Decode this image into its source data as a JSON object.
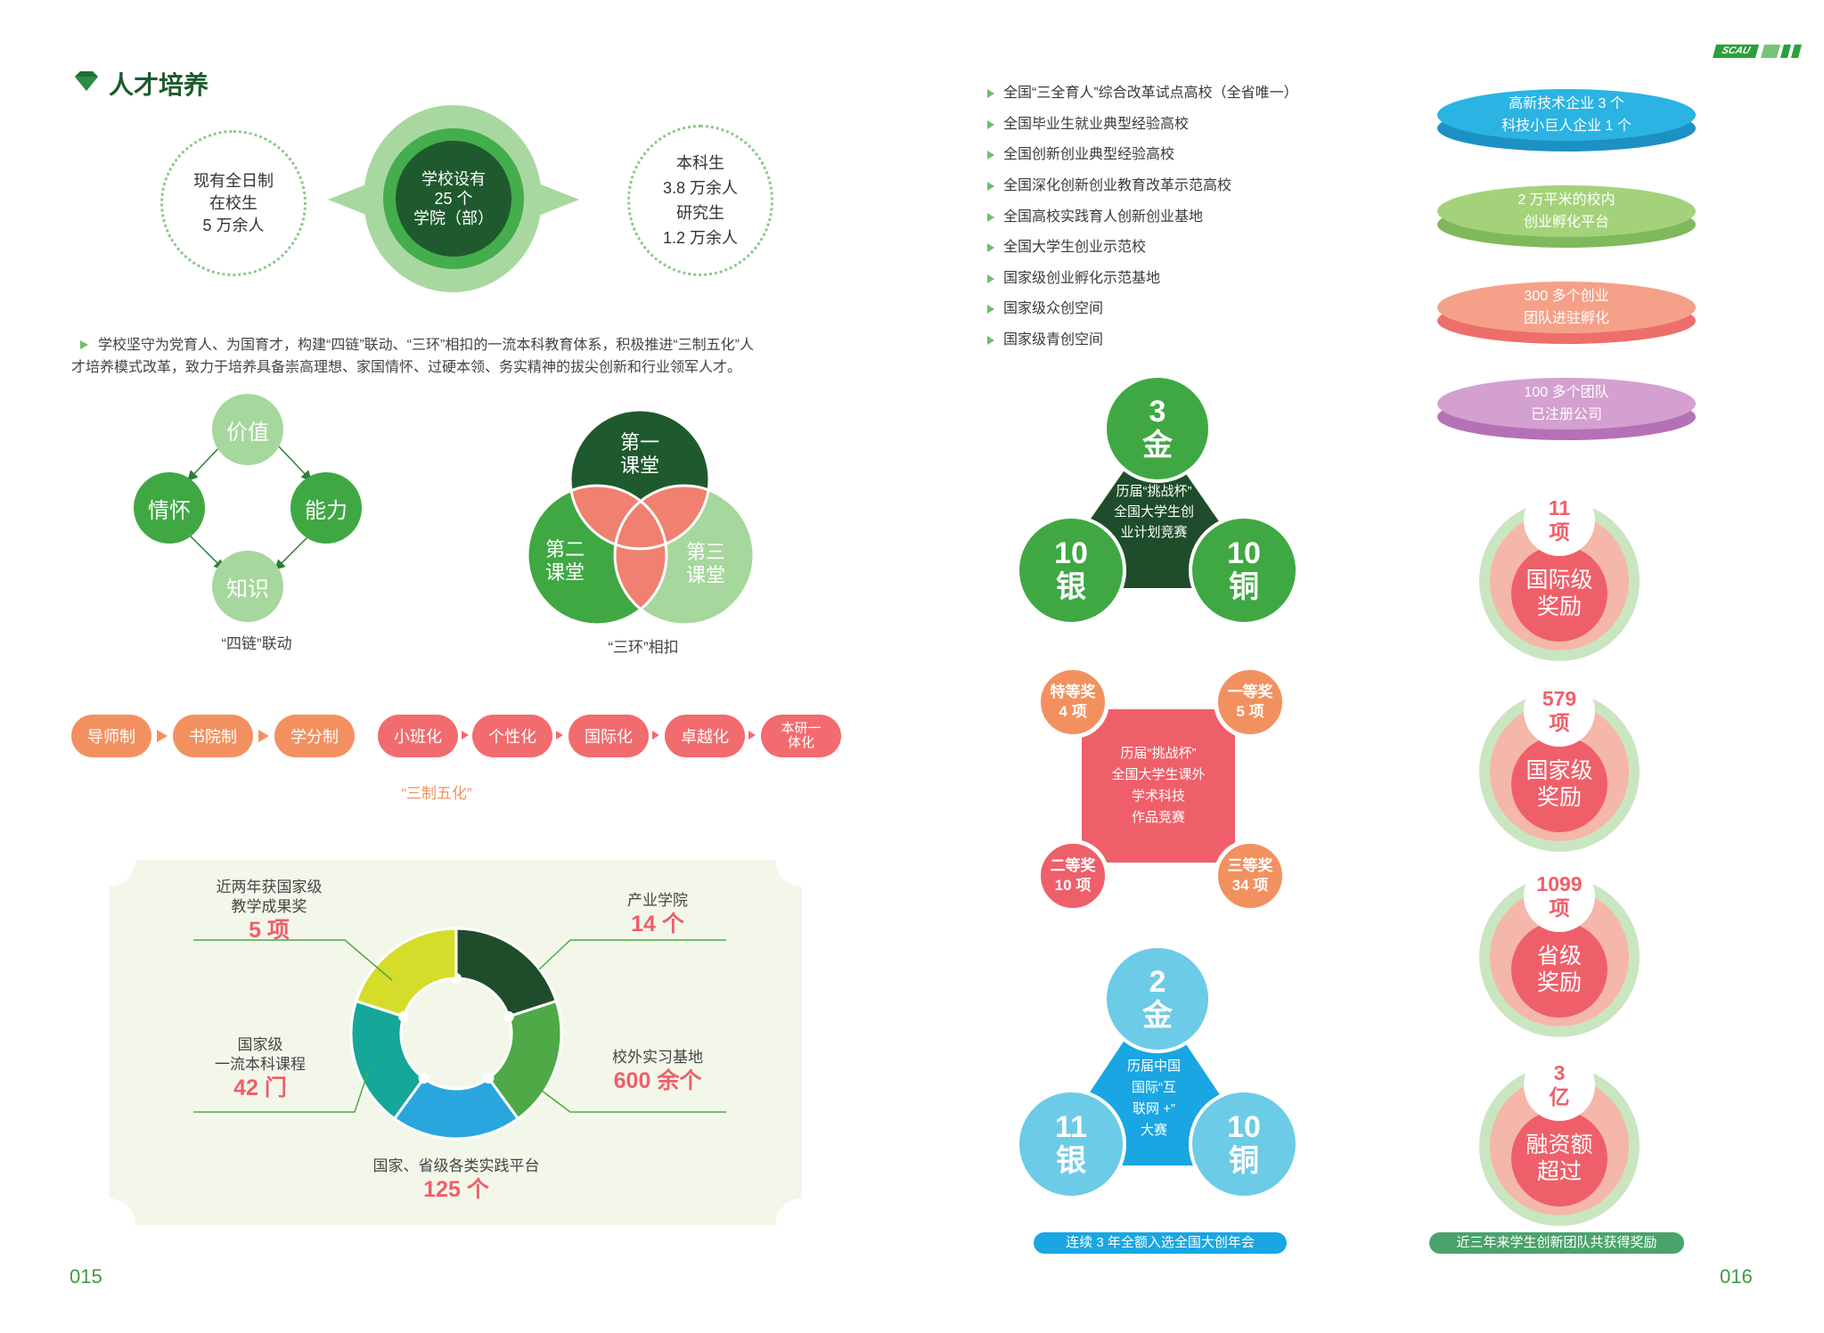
{
  "left": {
    "title": "人才培养",
    "stat_left": [
      "现有全日制",
      "在校生",
      "5 万余人"
    ],
    "stat_center": [
      "学校设有",
      "25 个",
      "学院（部）"
    ],
    "stat_right": [
      "本科生",
      "3.8 万余人",
      "研究生",
      "1.2 万余人"
    ],
    "intro_lines": [
      "学校坚守为党育人、为国育才，构建“四链”联动、“三环”相扣的一流本科教育体系，积极推进“三制五化”人",
      "才培养模式改革，致力于培养具备崇高理想、家国情怀、过硬本领、务实精神的拔尖创新和行业领军人才。"
    ],
    "four_chain": {
      "top": "价值",
      "left": "情怀",
      "right": "能力",
      "bottom": "知识",
      "caption": "“四链”联动"
    },
    "three_ring": {
      "first": [
        "第一",
        "课堂"
      ],
      "second": [
        "第二",
        "课堂"
      ],
      "third": [
        "第三",
        "课堂"
      ],
      "caption": "“三环”相扣"
    },
    "three_systems": [
      "导师制",
      "书院制",
      "学分制"
    ],
    "five_tracks": [
      "小班化",
      "个性化",
      "国际化",
      "卓越化",
      "本研一体化"
    ],
    "systems_caption": "“三制五化”",
    "donut": {
      "items": [
        {
          "label_lines": [
            "近两年获国家级",
            "教学成果奖"
          ],
          "value": "5 项"
        },
        {
          "label_lines": [
            "产业学院"
          ],
          "value": "14 个"
        },
        {
          "label_lines": [
            "国家级",
            "一流本科课程"
          ],
          "value": "42 门"
        },
        {
          "label_lines": [
            "校外实习基地"
          ],
          "value": "600 余个"
        },
        {
          "label_lines": [
            "国家、省级各类实践平台"
          ],
          "value": "125 个"
        }
      ],
      "colors": [
        "#1f4d2b",
        "#4daa46",
        "#2aa6df",
        "#14a79a",
        "#d6dc2a"
      ]
    },
    "page_number": "015"
  },
  "right": {
    "logo_text": "SCAU",
    "honors": [
      "全国“三全育人”综合改革试点高校（全省唯一）",
      "全国毕业生就业典型经验高校",
      "全国创新创业典型经验高校",
      "全国深化创新创业教育改革示范高校",
      "全国高校实践育人创新创业基地",
      "全国大学生创业示范校",
      "国家级创业孵化示范基地",
      "国家级众创空间",
      "国家级青创空间"
    ],
    "discs": [
      {
        "lines": [
          "高新技术企业 3 个",
          "科技小巨人企业 1 个"
        ],
        "top": "#2ab3e3",
        "side": "#1d91c4"
      },
      {
        "lines": [
          "2 万平米的校内",
          "创业孵化平台"
        ],
        "top": "#a4d27a",
        "side": "#7fb95b"
      },
      {
        "lines": [
          "300 多个创业",
          "团队进驻孵化"
        ],
        "top": "#f5a189",
        "side": "#ee6e6b"
      },
      {
        "lines": [
          "100 多个团队",
          "已注册公司"
        ],
        "top": "#d4a0d0",
        "side": "#b571b7"
      }
    ],
    "challenge_cup": {
      "center_lines": [
        "历届“挑战杯”",
        "全国大学生创",
        "业计划竞赛"
      ],
      "gold": [
        "3",
        "金"
      ],
      "silver": [
        "10",
        "银"
      ],
      "bronze": [
        "10",
        "铜"
      ]
    },
    "extracurricular": {
      "center_lines": [
        "历届“挑战杯”",
        "全国大学生课外",
        "学术科技",
        "作品竞赛"
      ],
      "special": [
        "特等奖",
        "4 项"
      ],
      "first": [
        "一等奖",
        "5 项"
      ],
      "second": [
        "二等奖",
        "10 项"
      ],
      "third": [
        "三等奖",
        "34 项"
      ]
    },
    "internet_plus": {
      "center_lines": [
        "历届中国",
        "国际“互",
        "联网 +”",
        "大赛"
      ],
      "gold": [
        "2",
        "金"
      ],
      "silver": [
        "11",
        "银"
      ],
      "bronze": [
        "10",
        "铜"
      ]
    },
    "awards": [
      {
        "count": [
          "11",
          "项"
        ],
        "label": [
          "国际级",
          "奖励"
        ]
      },
      {
        "count": [
          "579",
          "项"
        ],
        "label": [
          "国家级",
          "奖励"
        ]
      },
      {
        "count": [
          "1099",
          "项"
        ],
        "label": [
          "省级",
          "奖励"
        ]
      },
      {
        "count": [
          "3",
          "亿"
        ],
        "label": [
          "融资额",
          "超过"
        ]
      }
    ],
    "banner_left": "连续 3 年全额入选全国大创年会",
    "banner_right": "近三年来学生创新团队共获得奖励",
    "page_number": "016"
  }
}
